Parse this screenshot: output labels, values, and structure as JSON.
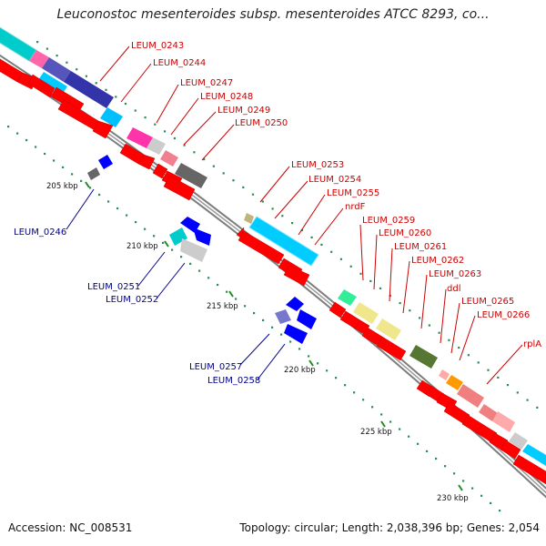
{
  "title": "Leuconostoc mesenteroides subsp. mesenteroides ATCC 8293, co...",
  "accession": "Accession: NC_008531",
  "summary": "Topology: circular; Length: 2,038,396 bp; Genes: 2,054",
  "kbp_labels": [
    "205 kbp",
    "210 kbp",
    "215 kbp",
    "220 kbp",
    "225 kbp",
    "230 kbp"
  ],
  "forward_gene_labels": [
    "LEUM_0243",
    "LEUM_0244",
    "LEUM_0247",
    "LEUM_0248",
    "LEUM_0249",
    "LEUM_0250",
    "LEUM_0253",
    "LEUM_0254",
    "LEUM_0255",
    "nrdF",
    "LEUM_0259",
    "LEUM_0260",
    "LEUM_0261",
    "LEUM_0262",
    "LEUM_0263",
    "ddl",
    "LEUM_0265",
    "LEUM_0266",
    "rplA"
  ],
  "reverse_gene_labels": [
    "LEUM_0246",
    "LEUM_0251",
    "LEUM_0252",
    "LEUM_0257",
    "LEUM_0258"
  ],
  "colors": {
    "forward_label": "#cc0000",
    "reverse_label": "#00008b",
    "cds": "#ff0000",
    "reverse_cds": "#0000ff",
    "backbone": "#888888",
    "tick_major": "#228b22",
    "tick_minor": "#006400"
  }
}
